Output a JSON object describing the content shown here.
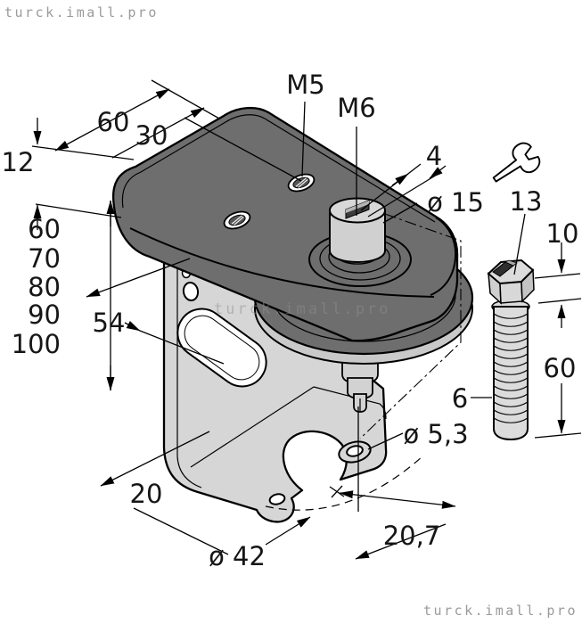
{
  "watermarks": {
    "top_left": "turck.imall.pro",
    "center": "turck.imall.pro",
    "bottom_right": "turck.imall.pro"
  },
  "dims": {
    "plate_length": "60",
    "hole_offset": "30",
    "plate_thickness": "12",
    "thread_top": "M5",
    "thread_stud": "M6",
    "slot_width": "4",
    "stud_collar_diameter": "ø 15",
    "wrench_size": "13",
    "screw_head_height": "10",
    "screw_length": "60",
    "screw_diameter": "6",
    "mount_hole_diameter": "ø 5,3",
    "bracket_width": "54",
    "mount_heights": [
      "60",
      "70",
      "80",
      "90",
      "100"
    ],
    "base_edge": "20",
    "clearance_diameter": "ø 42",
    "hole_spacing": "20,7"
  },
  "icons": {
    "wrench": "open-end-wrench"
  },
  "colors": {
    "part_dark": "#6e6e6e",
    "part_light": "#d6d6d6",
    "rim_gray": "#c9c9c9",
    "line": "#000000",
    "watermark": "#9b9b9b",
    "background": "#ffffff"
  }
}
